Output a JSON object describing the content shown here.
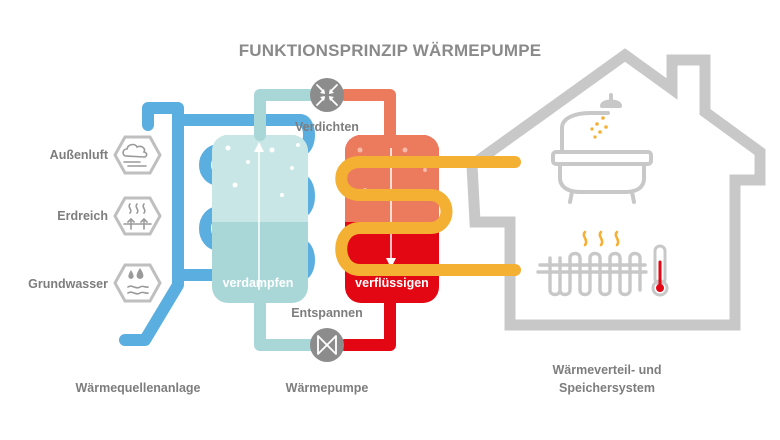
{
  "title": "FUNKTIONSPRINZIP WÄRMEPUMPE",
  "compressor_label": "Verdichten",
  "expansion_label": "Entspannen",
  "evaporator_label": "verdampfen",
  "condenser_label": "verflüssigen",
  "sources": [
    {
      "label": "Außenluft",
      "icon": "cloud-wind-icon"
    },
    {
      "label": "Erdreich",
      "icon": "ground-heat-icon"
    },
    {
      "label": "Grundwasser",
      "icon": "water-drops-icon"
    }
  ],
  "captions": {
    "source_system": "Wärmequellenanlage",
    "heat_pump": "Wärmepumpe",
    "distribution_line1": "Wärmeverteil- und",
    "distribution_line2": "Speichersystem"
  },
  "colors": {
    "cold_blue": "#5aaee0",
    "light_teal": "#a9d7d8",
    "warm_orange": "#f4b032",
    "hot_red": "#e30613",
    "salmon": "#ec7b5e",
    "house_grey": "#c8c8c8",
    "text_grey": "#7d7d7d"
  }
}
